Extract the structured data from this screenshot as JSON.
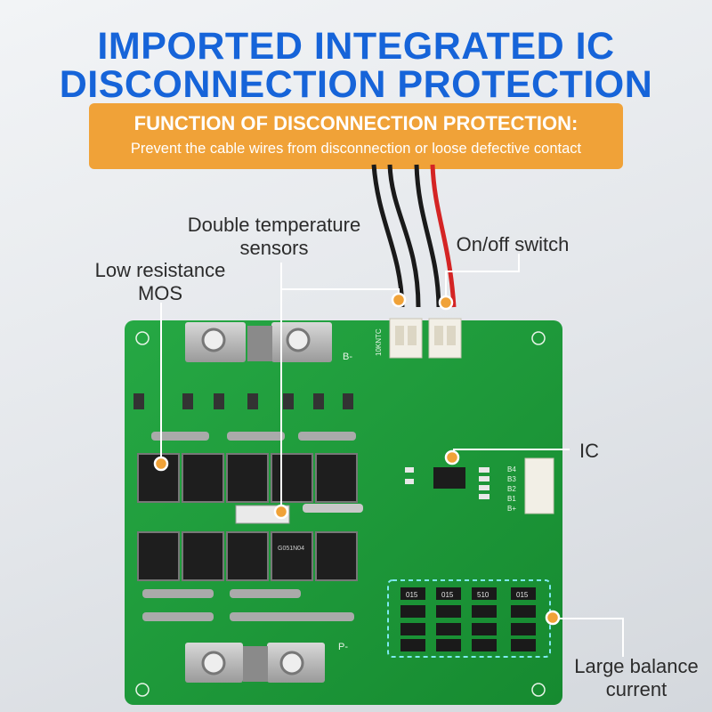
{
  "heading": {
    "line1": "IMPORTED INTEGRATED IC",
    "line2": "DISCONNECTION PROTECTION"
  },
  "banner": {
    "title": "FUNCTION OF DISCONNECTION PROTECTION:",
    "subtitle": "Prevent the cable wires from disconnection or loose defective contact"
  },
  "callouts": {
    "temp_line1": "Double temperature",
    "temp_line2": "sensors",
    "mos_line1": "Low resistance",
    "mos_line2": "MOS",
    "switch": "On/off switch",
    "ic": "IC",
    "balance_line1": "Large balance",
    "balance_line2": "current"
  },
  "board": {
    "terminal_b_top": "B-",
    "terminal_p_bottom": "P-",
    "connector_ntc": "10KNTC",
    "mos_marking": "G051N04",
    "resistor_marking": "015",
    "resistor_marking_alt": "510",
    "pin_labels": [
      "B4",
      "B3",
      "B2",
      "B1",
      "B+"
    ]
  },
  "colors": {
    "title": "#1664d9",
    "banner": "#f0a238",
    "pcb": "#1f9a3a",
    "callout_dot": "#f0a238",
    "callout_ring": "#ffffff",
    "dashed_box": "#7fe9f2"
  }
}
